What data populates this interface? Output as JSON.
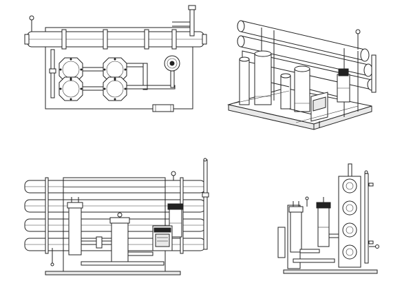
{
  "drawing": {
    "views": [
      {
        "id": "top-view",
        "kind": "plan"
      },
      {
        "id": "iso-view",
        "kind": "isometric"
      },
      {
        "id": "front-view",
        "kind": "front elevation"
      },
      {
        "id": "side-view",
        "kind": "side elevation"
      }
    ],
    "components": {
      "membrane_housings_per_bank": 4,
      "cartridge_filters": 4,
      "high_pressure_pump": 1,
      "control_panel": 1
    },
    "colors": {
      "line": "#222222",
      "background": "#ffffff",
      "panel": "#e9e9e9"
    }
  }
}
